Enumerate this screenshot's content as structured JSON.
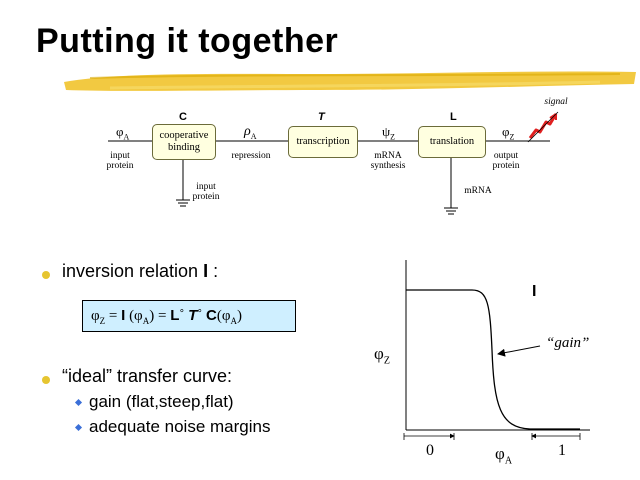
{
  "title": "Putting it together",
  "colors": {
    "accent_brush": "#f0c020",
    "box_fill": "#ffffe0",
    "formula_fill": "#cfefff",
    "bullet": "#e6c530",
    "sub_bullet": "#3a6fd8",
    "signal": "#e02020"
  },
  "diagram": {
    "stage_labels": {
      "c": "C",
      "t": "T",
      "l": "L"
    },
    "boxes": {
      "cooperative": "cooperative binding",
      "transcription": "transcription",
      "translation": "translation"
    },
    "phi_a": "φ",
    "phi_a_sub": "A",
    "rho_a": "ρ",
    "rho_a_sub": "A",
    "psi_z": "ψ",
    "psi_z_sub": "Z",
    "phi_z": "φ",
    "phi_z_sub": "Z",
    "input_protein": "input protein",
    "repression": "repression",
    "mrna_synthesis": "mRNA synthesis",
    "output_protein": "output protein",
    "input_protein_bottom": "input protein",
    "mrna": "mRNA",
    "signal": "signal"
  },
  "bullets": {
    "b1_prefix": "inversion relation ",
    "b1_symbol": "I",
    "b1_suffix": " :",
    "formula": {
      "lhs_phi": "φ",
      "lhs_sub": "Z",
      "eq1": " = ",
      "I": "I",
      "arg_open": " (φ",
      "arg_sub": "A",
      "arg_close": ")",
      "eq2": " = ",
      "L": "L",
      "dot1": "˚",
      "T": "T",
      "dot2": "˚",
      "C": "C",
      "c_open": "(φ",
      "c_sub": "A",
      "c_close": ")"
    },
    "b2": "“ideal” transfer curve:",
    "sub_items": [
      "gain (flat,steep,flat)",
      "adequate noise margins"
    ]
  },
  "curve": {
    "curve_label": "I",
    "gain_label": "“gain”",
    "y_axis": "φ",
    "y_axis_sub": "Z",
    "x_axis": "φ",
    "x_axis_sub": "A",
    "tick_0": "0",
    "tick_1": "1"
  }
}
